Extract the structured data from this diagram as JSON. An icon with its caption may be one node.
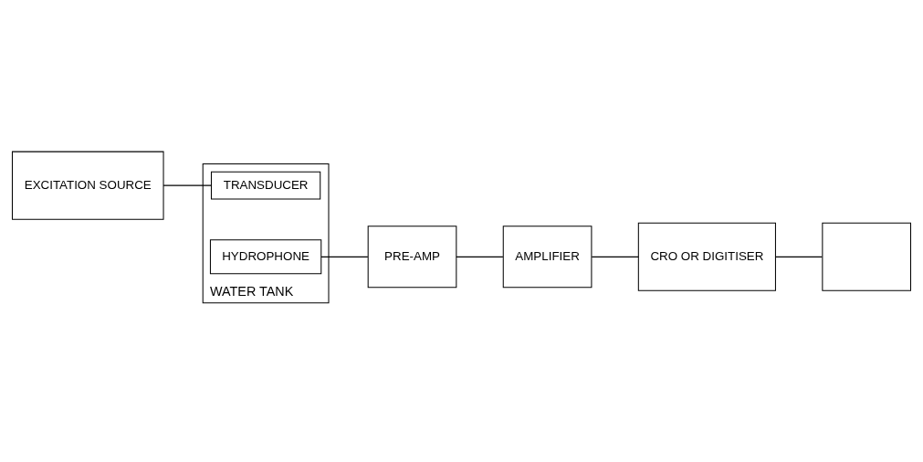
{
  "diagram": {
    "nodes": [
      {
        "text": [
          "EXCITATION SOURCE"
        ]
      },
      {
        "text": [
          "WATER TANK"
        ]
      },
      {
        "text": [
          "TRANSDUCER"
        ],
        "in": 1
      },
      {
        "text": [
          "HYDROPHONE"
        ],
        "in": 1
      },
      {
        "text": [
          "PRE-AMP"
        ]
      },
      {
        "text": [
          "AMPLIFIER"
        ]
      },
      {
        "text": [
          "CRO OR DIGITISER"
        ]
      },
      {
        "text": [],
        "shape": "box"
      }
    ],
    "edges": [
      {
        "from": 0,
        "to": 2,
        "arrow": "none"
      },
      {
        "from": 3,
        "to": 4,
        "arrow": "none"
      },
      {
        "from": 4,
        "to": 5,
        "arrow": "none"
      },
      {
        "from": 5,
        "to": 6,
        "arrow": "none"
      },
      {
        "from": 6,
        "to": 7,
        "arrow": "none"
      }
    ]
  }
}
